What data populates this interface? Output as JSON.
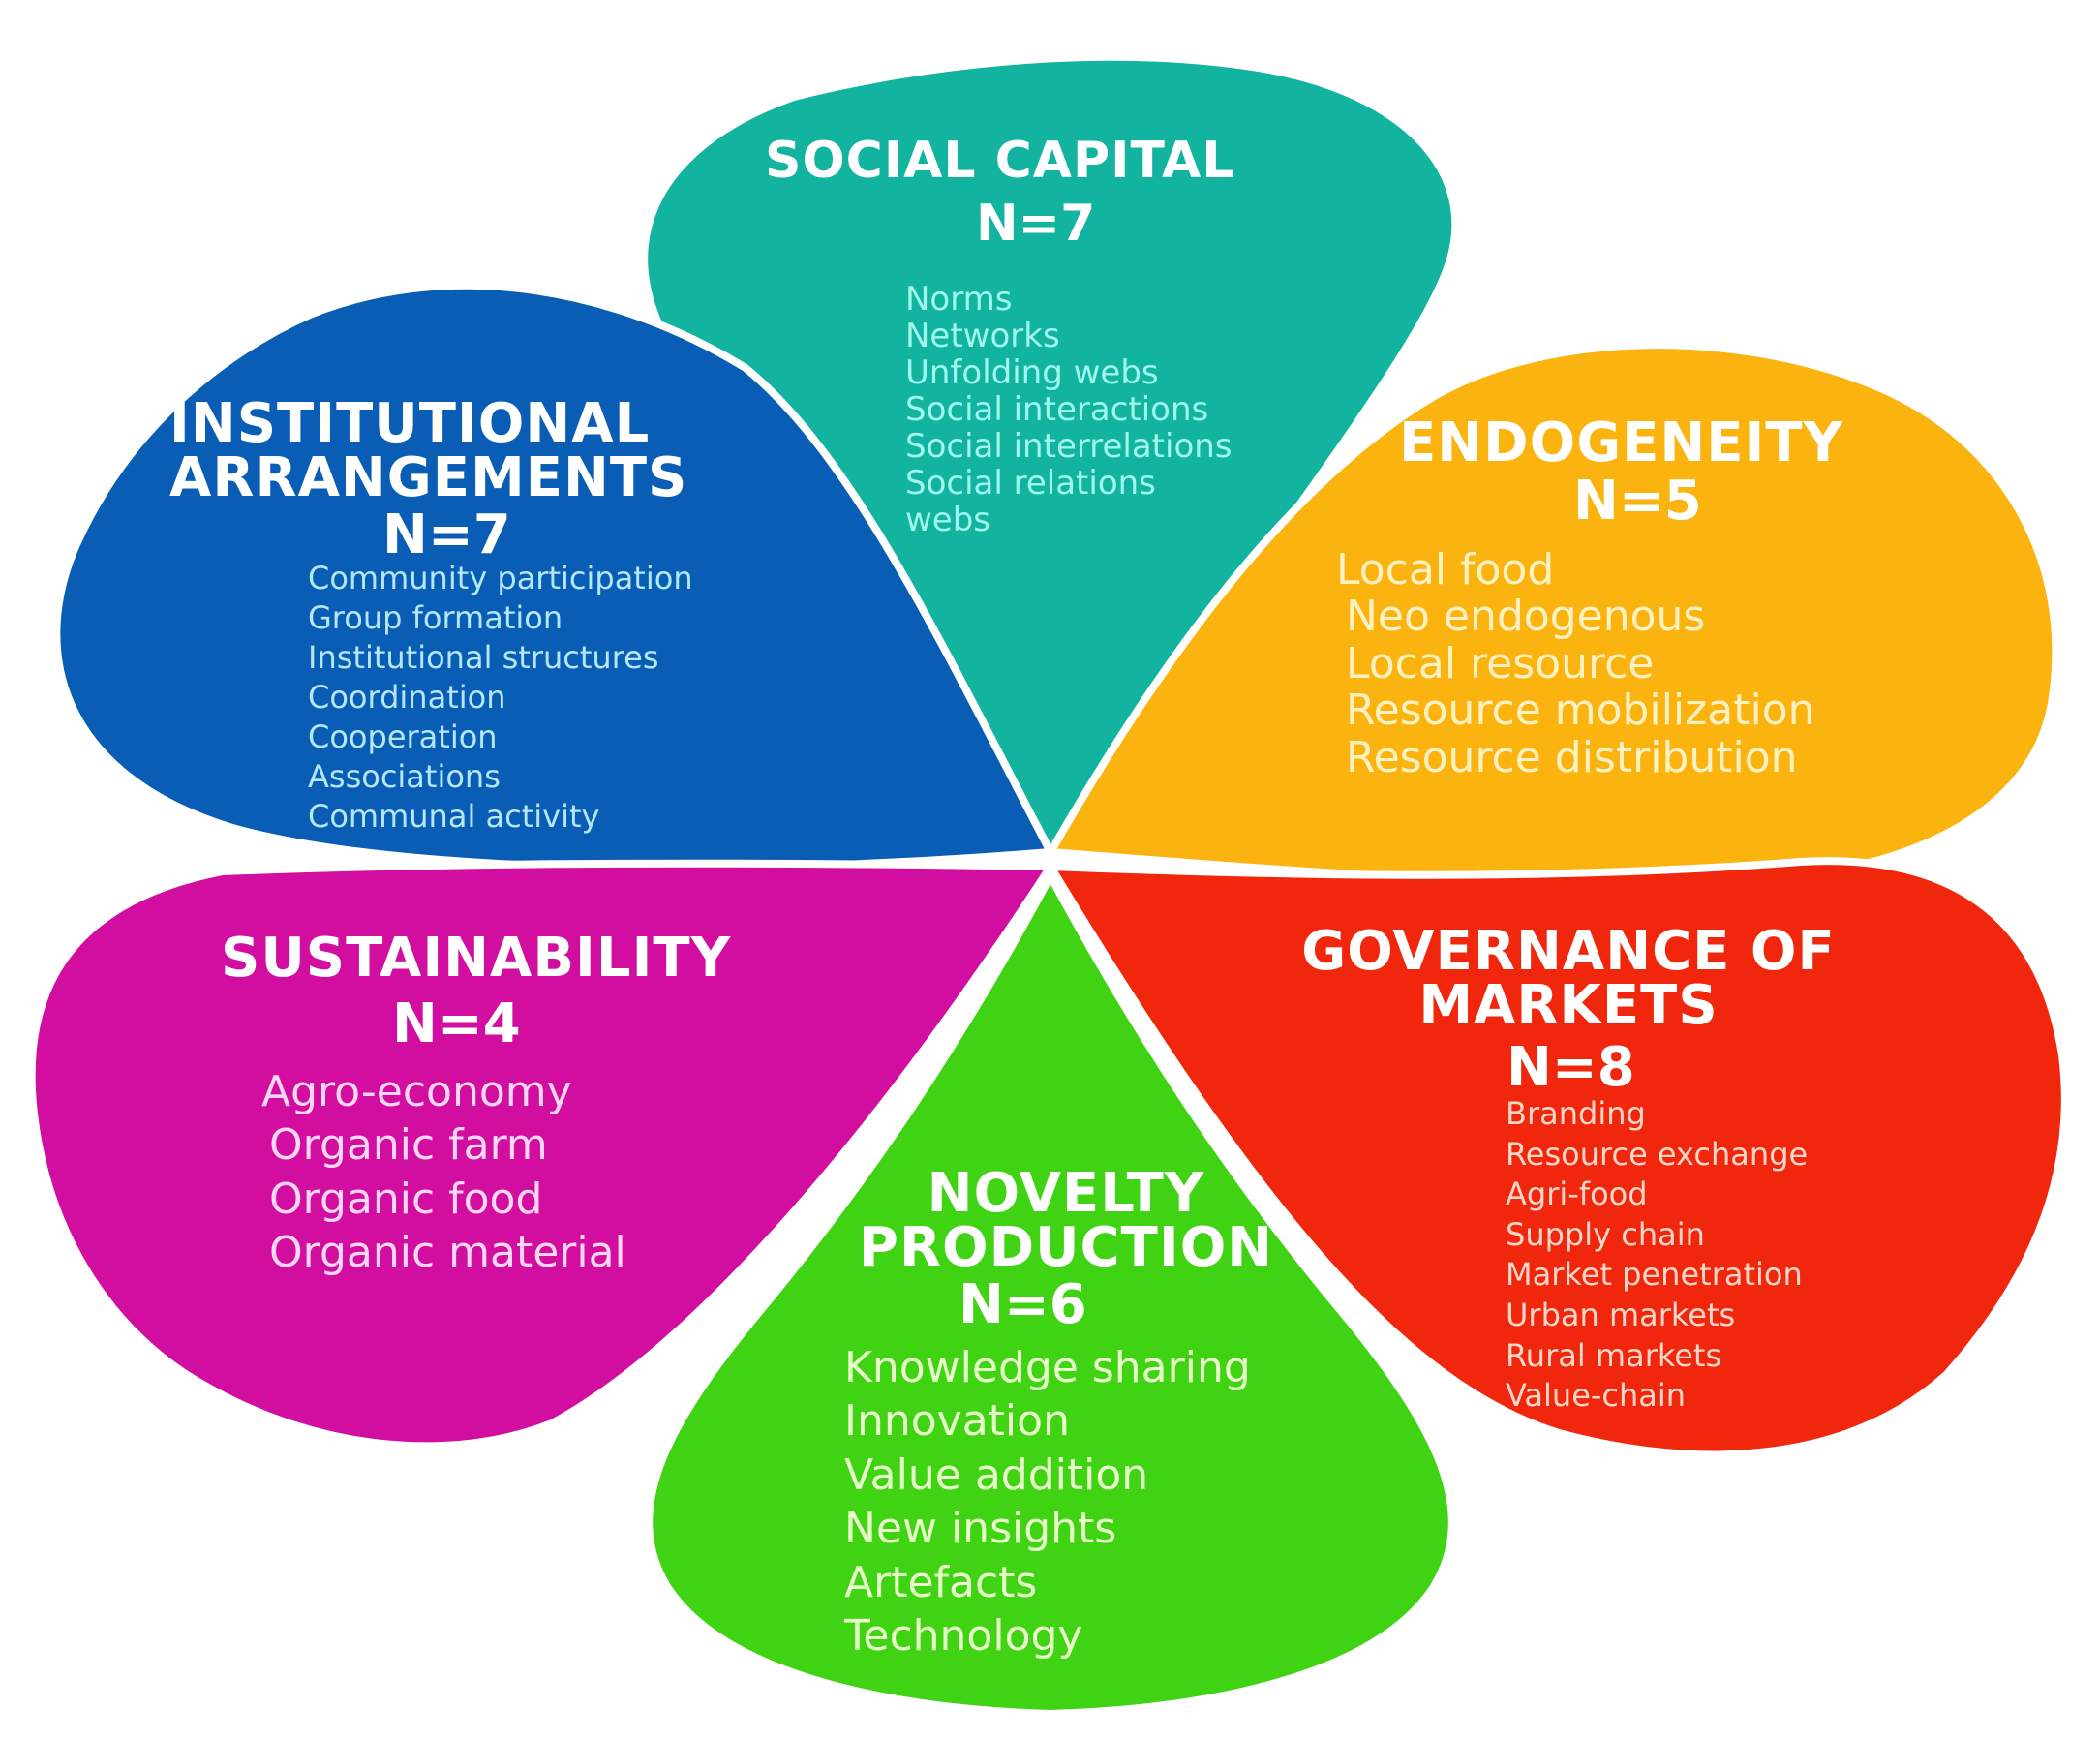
{
  "diagram": {
    "background": "#ffffff",
    "petals": [
      {
        "id": "social",
        "title": "SOCIAL CAPITAL",
        "count": "N=7",
        "color": "#12b39f",
        "items": [
          "Norms",
          "Networks",
          "Unfolding webs",
          "Social interactions",
          "Social interrelations",
          "Social relations",
          "webs"
        ]
      },
      {
        "id": "inst",
        "title": "INSTITUTIONAL ARRANGEMENTS",
        "count": "N=7",
        "color": "#0a5db5",
        "items": [
          "Community participation",
          "Group formation",
          "Institutional structures",
          "Coordination",
          "Cooperation",
          "Associations",
          "Communal activity"
        ]
      },
      {
        "id": "endo",
        "title": "ENDOGENEITY",
        "count": "N=5",
        "color": "#fbb30f",
        "items": [
          "Local food",
          "Neo endogenous",
          "Local resource",
          "Resource mobilization",
          "Resource distribution"
        ]
      },
      {
        "id": "sust",
        "title": "SUSTAINABILITY",
        "count": "N=4",
        "color": "#d10e9f",
        "items": [
          "Agro-economy",
          "Organic farm",
          "Organic food",
          "Organic material"
        ]
      },
      {
        "id": "gov",
        "title": "GOVERNANCE OF MARKETS",
        "count": "N=8",
        "color": "#f0270c",
        "items": [
          "Branding",
          "Resource exchange",
          "Agri-food",
          "Supply chain",
          "Market penetration",
          "Urban markets",
          "Rural markets",
          "Value-chain"
        ]
      },
      {
        "id": "nov",
        "title": "NOVELTY PRODUCTION",
        "count": "N=6",
        "color": "#3fd314",
        "items": [
          "Knowledge sharing",
          "Innovation",
          "Value addition",
          "New insights",
          "Artefacts",
          "Technology"
        ]
      }
    ]
  }
}
